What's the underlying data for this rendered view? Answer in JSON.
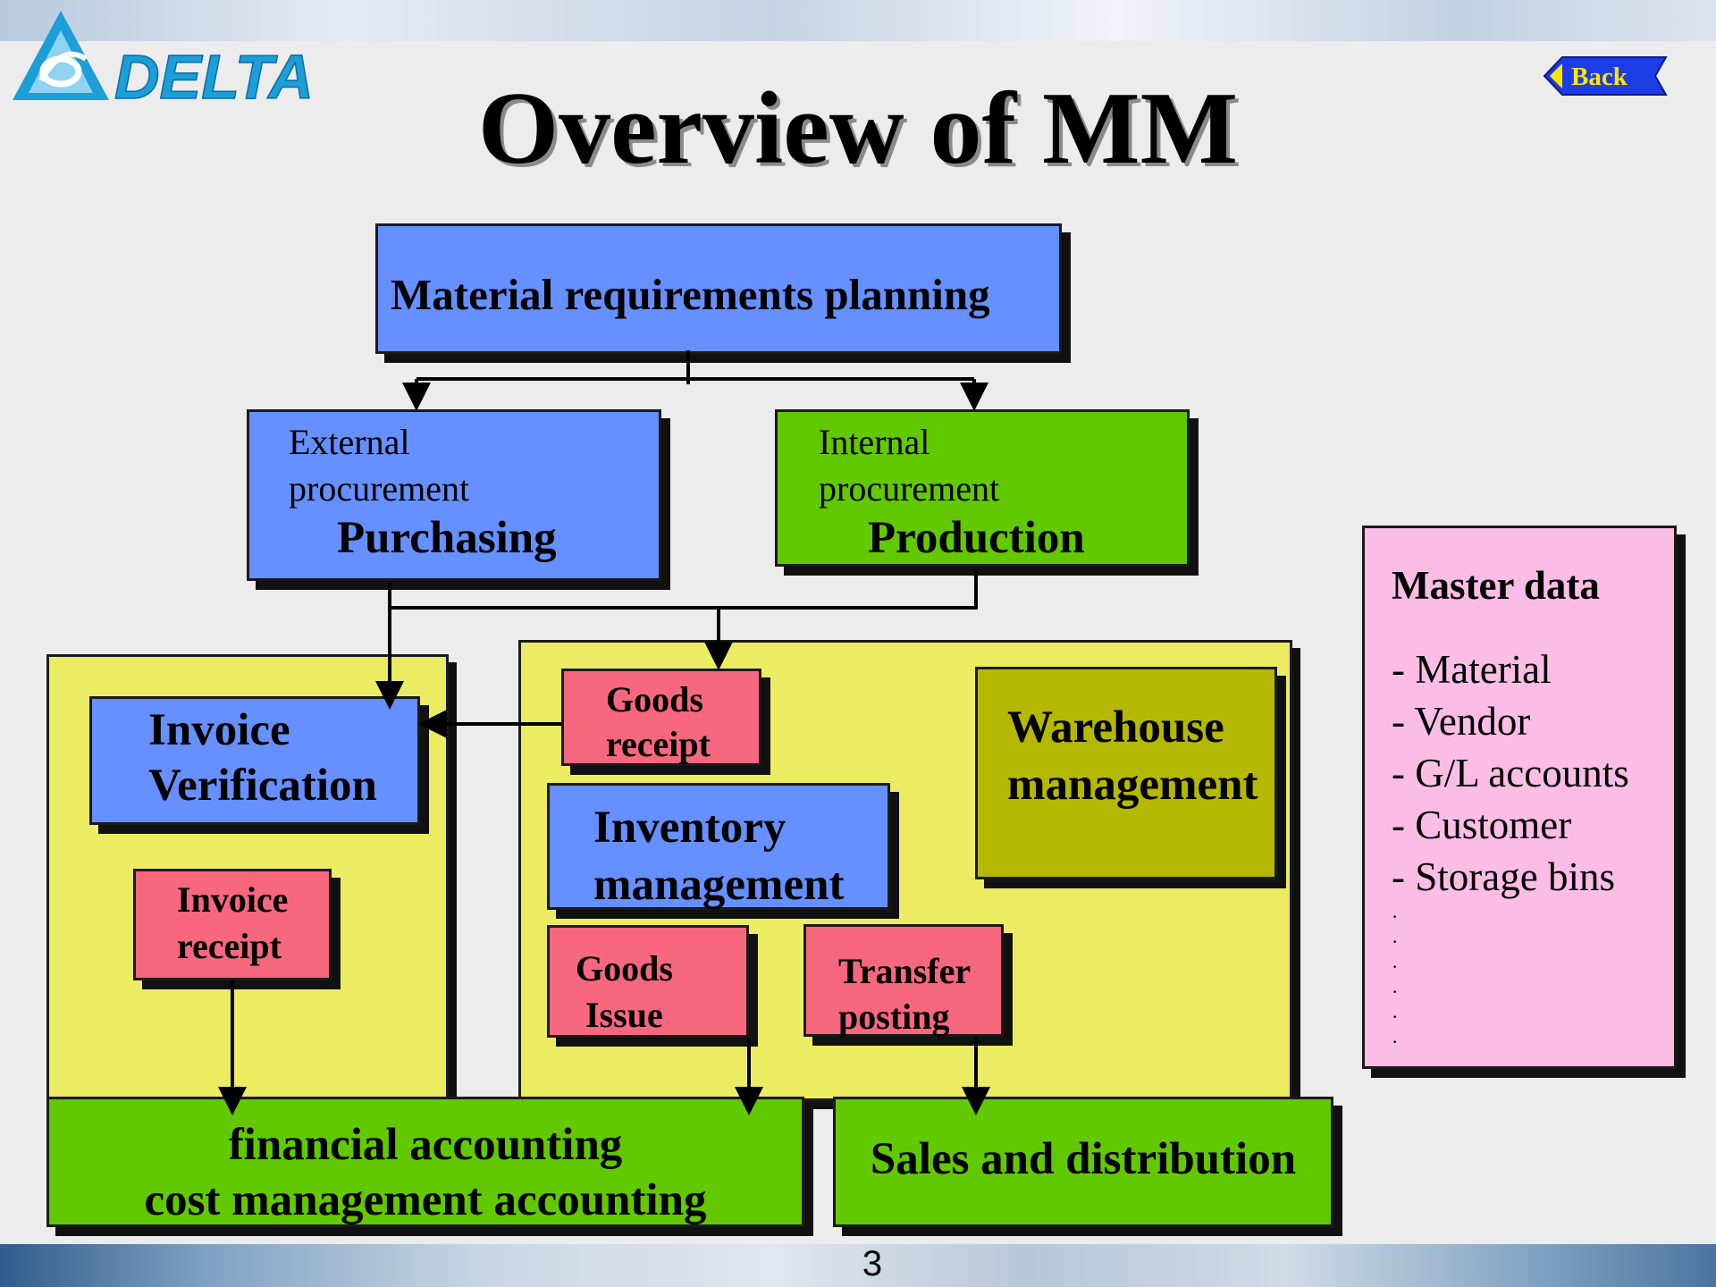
{
  "slide": {
    "logo_text": "DELTA",
    "title": "Overview of MM",
    "back_label": "Back",
    "page_number": "3"
  },
  "diagram": {
    "mrp": "Material requirements planning",
    "external": {
      "line1": "External",
      "line2": "procurement",
      "name": "Purchasing"
    },
    "internal": {
      "line1": "Internal",
      "line2": "procurement",
      "name": "Production"
    },
    "invoice_verification": {
      "line1": "Invoice",
      "line2": "Verification"
    },
    "invoice_receipt": {
      "line1": "Invoice",
      "line2": "receipt"
    },
    "goods_receipt": {
      "line1": "Goods",
      "line2": "receipt"
    },
    "inventory": {
      "line1": "Inventory",
      "line2": "management"
    },
    "warehouse": {
      "line1": "Warehouse",
      "line2": "management"
    },
    "goods_issue": {
      "line1": "Goods",
      "line2": "Issue"
    },
    "transfer_posting": {
      "line1": "Transfer",
      "line2": "posting"
    },
    "financial": {
      "line1": "financial accounting",
      "line2": "cost management accounting"
    },
    "sales": "Sales and distribution"
  },
  "master_data": {
    "title": "Master data",
    "items": [
      "- Material",
      "- Vendor",
      "- G/L accounts",
      "- Customer",
      "- Storage bins"
    ],
    "ellipsis": [
      "·",
      "·",
      "·",
      "·",
      "·",
      "·"
    ]
  },
  "colors": {
    "blue": "#6690ff",
    "green": "#62c800",
    "red": "#f7677e",
    "olive": "#b5b800",
    "yellow": "#ecec62",
    "pink": "#fbbde6",
    "logo_blue": "#1c9ed8"
  }
}
